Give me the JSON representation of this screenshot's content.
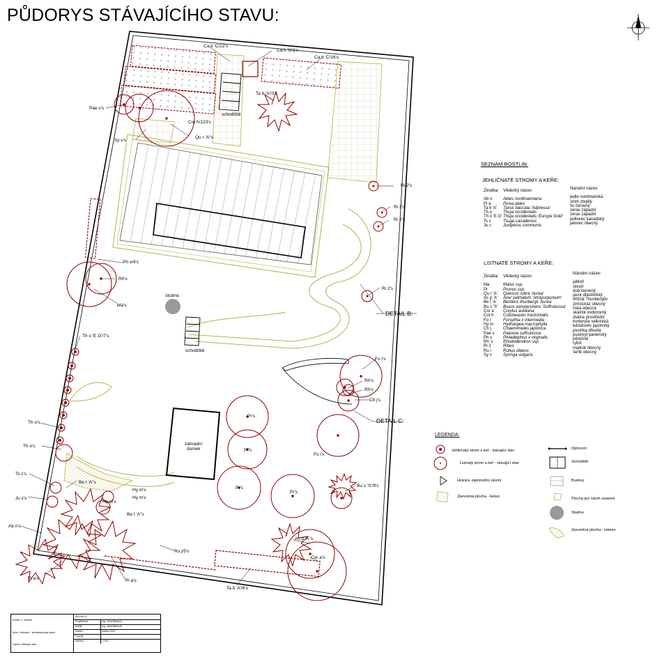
{
  "title": "PŮDORYS STÁVAJÍCÍHO STAVU:",
  "labels": {
    "cab22": "Ca b 'C/22's",
    "cab1": "Ca b 'C/1's",
    "cab16": "Ca b 'C/16's",
    "pae": "Pae s's",
    "tab3": "Ta b 'A'/3's",
    "schod1": "schodiště",
    "cot": "Cot h/123's",
    "syv": "Sy v's",
    "qur": "Qu r 'A''s",
    "ri1": "Ri 2's",
    "ri2": "Ri 2's",
    "ri3": "Ri 2's",
    "phv": "Ph v/4's",
    "rh": "Rh's",
    "ma": "Ma's",
    "studna": "studna",
    "ri4": "Ri 2's",
    "detailb": "DETAIL B:",
    "tho7": "Th o 'E G'/7's",
    "schod2": "schodiště",
    "foi1": "Fo i's",
    "rh2": "Rh's",
    "rh3": "Rh's",
    "chj": "Ch j's",
    "detailc": "DETAIL C:",
    "tho1": "Th o's",
    "pr1": "Pr's",
    "tho2": "Th o's",
    "domek1": "zahradní",
    "domek2": "domek",
    "pr2": "Pr's",
    "foi2": "Fo i's",
    "tsc": "Ts c's",
    "bet1": "Be t 'A''s",
    "hym1": "Hy m's",
    "juc": "Ju c's",
    "hym2": "Hy m's",
    "hym3": "Hy m's",
    "pr3": "Pr's",
    "pr4": "Pr's",
    "bus": "Bu s 'S'/9's",
    "bet2": "Be t 'A''s",
    "abn": "Ab n's",
    "acp": "Ac p 'A''s",
    "ruj": "Ru j/5's",
    "cora": "Cor a's",
    "pia1": "Pi a's",
    "pia2": "Pi a's",
    "tab6": "Ta b 'A'/6's"
  },
  "seznam": {
    "header": "SEZNAM ROSTLIN:",
    "conifers_title": "JEHLIČNATÉ STROMY A KEŘE:",
    "col_abbr": "Zkratka:",
    "col_sci": "Vědecký název:",
    "col_nat": "Národní název:",
    "conifers": [
      {
        "a": "Ab n",
        "s": "Abies nordmanniana",
        "n": "jedle nordmanská"
      },
      {
        "a": "Pi a",
        "s": "Picea abies",
        "n": "smrk ztepilý"
      },
      {
        "a": "Ta b 'A'",
        "s": "Taxus baccata 'Adpressa'",
        "n": "tis červený"
      },
      {
        "a": "Th o",
        "s": "Thuja occidentalis",
        "n": "zerav západní"
      },
      {
        "a": "Th o 'E G'",
        "s": "Thuja occidentalis 'Europe Gold'",
        "n": "zerav západní"
      },
      {
        "a": "Ts c",
        "s": "Tsuga canadensis",
        "n": "jedlovec kanadský"
      },
      {
        "a": "Ju c",
        "s": "Juniperus communis",
        "n": "jalovec obecný"
      }
    ],
    "deciduous_title": "LISTNATÉ STROMY A KEŘE:",
    "deciduous": [
      {
        "a": "Ma",
        "s": "Malus ssp.",
        "n": "jabloň"
      },
      {
        "a": "Pr",
        "s": "Prunus ssp.",
        "n": "slivoň"
      },
      {
        "a": "Qu r 'A'",
        "s": "Quercus rubra 'Aurea'",
        "n": "dub červený"
      },
      {
        "a": "Ac p 'A'",
        "s": "Acer palmatum 'Atropurpureum'",
        "n": "javor dlanitolistý"
      },
      {
        "a": "Be t 'A'",
        "s": "Berberis thunbergii 'Aurea'",
        "n": "dřišťál Thunbergův"
      },
      {
        "a": "Bu s 'S'",
        "s": "Buxus sempervirens 'Suffruticosa'",
        "n": "zimostráz obecný"
      },
      {
        "a": "Cor a",
        "s": "Corylus avellana",
        "n": "líska obecná"
      },
      {
        "a": "Cot h",
        "s": "Cotoneaster horizontalis",
        "n": "skalník vodorovný"
      },
      {
        "a": "Fo i",
        "s": "Forsythia x intermedia",
        "n": "zlatice prostřední"
      },
      {
        "a": "Hy m",
        "s": "Hydrangea macrophylla",
        "n": "hortenzie velkolistá"
      },
      {
        "a": "Ch j",
        "s": "Chaenomeles japonica",
        "n": "kdoulovec japonský"
      },
      {
        "a": "Pae s",
        "s": "Paeonia suffruticosa",
        "n": "pivoňka dřevitá"
      },
      {
        "a": "Ph v",
        "s": "Philadelphus x virginalis",
        "n": "pustoryl panenský"
      },
      {
        "a": "Rh 's",
        "s": "Rhododendron ssp.",
        "n": "pěnišník"
      },
      {
        "a": "Ri 2",
        "s": "Ribes",
        "n": "rybíz"
      },
      {
        "a": "Ru i",
        "s": "Rubus idaeus",
        "n": "maliník obecný"
      },
      {
        "a": "Sy v",
        "s": "Syringa vulgaris",
        "n": "šeřík obecný"
      }
    ]
  },
  "legend": {
    "header": "LEGENDA:",
    "items": [
      {
        "key": "conifer",
        "label": "Jehličnatý strom a keř - stávající stav"
      },
      {
        "key": "fence",
        "label": "Oplocení"
      },
      {
        "key": "deciduous",
        "label": "Listnatý strom a keř - stávající stav"
      },
      {
        "key": "steps",
        "label": "Schodiště"
      },
      {
        "key": "boundary",
        "label": "Hranice zájmového území"
      },
      {
        "key": "building",
        "label": "Budovy"
      },
      {
        "key": "paved-concrete",
        "label": "Zpevněná plocha - beton"
      },
      {
        "key": "planting-area",
        "label": "Plocha pro návrh osázení"
      },
      {
        "key": "well",
        "label": "Studna"
      },
      {
        "key": "paved-stone",
        "label": "Zpevněná plocha - kámen"
      }
    ]
  },
  "title_block": {
    "left": [
      "Kreslil: V. Jabůrla",
      "Akce: Zahradní - architektonický návrh",
      "Výkres: Stávající stav"
    ],
    "head": "ARCHICO",
    "rows": [
      {
        "k": "Projektoval",
        "v": "Ing. Jana Blahová"
      },
      {
        "k": "Kreslil",
        "v": "Ing. Jana Blahová"
      },
      {
        "k": "Datum",
        "v": "květen 2012"
      },
      {
        "k": "Formát",
        "v": ""
      },
      {
        "k": "Měřítko",
        "v": "1:100"
      }
    ]
  },
  "colors": {
    "plant": "#8b0000",
    "paving": "#b5b04a",
    "grid": "#c9c49a",
    "line": "#000000",
    "well": "#9a9a9a"
  }
}
